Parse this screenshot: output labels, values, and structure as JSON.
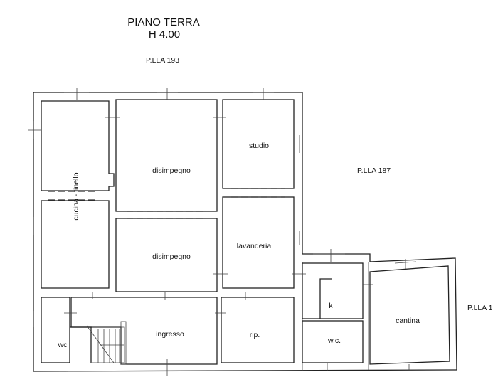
{
  "title": {
    "line1": "PIANO TERRA",
    "line2": "H 4.00"
  },
  "parcels": {
    "north": "P.LLA 193",
    "east": "P.LLA 187",
    "far_east": "P.LLA 1"
  },
  "rooms": {
    "cucina": "cucina - tinello",
    "disimpegno_1": "disimpegno",
    "disimpegno_2": "disimpegno",
    "studio": "studio",
    "lavanderia": "lavanderia",
    "wc": "wc",
    "ingresso": "ingresso",
    "rip": "rip.",
    "k": "k",
    "wc2": "w.c.",
    "cantina": "cantina"
  }
}
